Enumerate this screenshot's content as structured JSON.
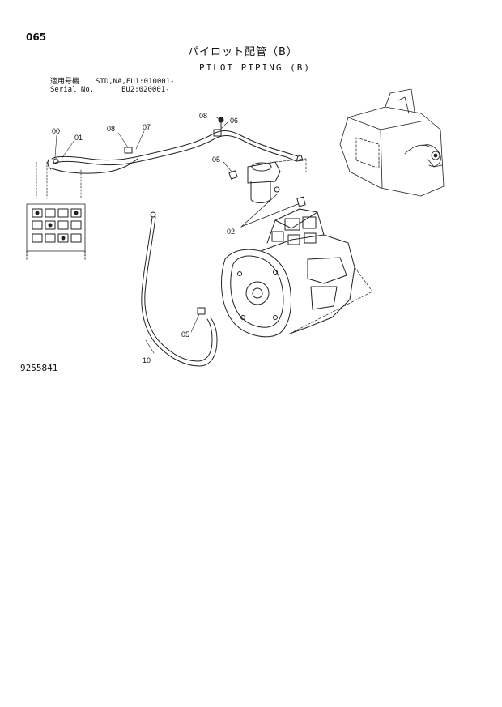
{
  "page_number": "065",
  "title_jp": "パイロット配管（B）",
  "title_en": "PILOT PIPING (B)",
  "serial": {
    "label_jp": "適用号機",
    "label_en": "Serial No.",
    "line1": "STD,NA,EU1:010001-",
    "line2": "EU2:020001-"
  },
  "callouts": {
    "c00": "00",
    "c01": "01",
    "c08_top": "08",
    "c07": "07",
    "c08_right": "08",
    "c06": "06",
    "c05_upper": "05",
    "c02": "02",
    "c05_lower": "05",
    "c10": "10"
  },
  "document_number": "9255841"
}
